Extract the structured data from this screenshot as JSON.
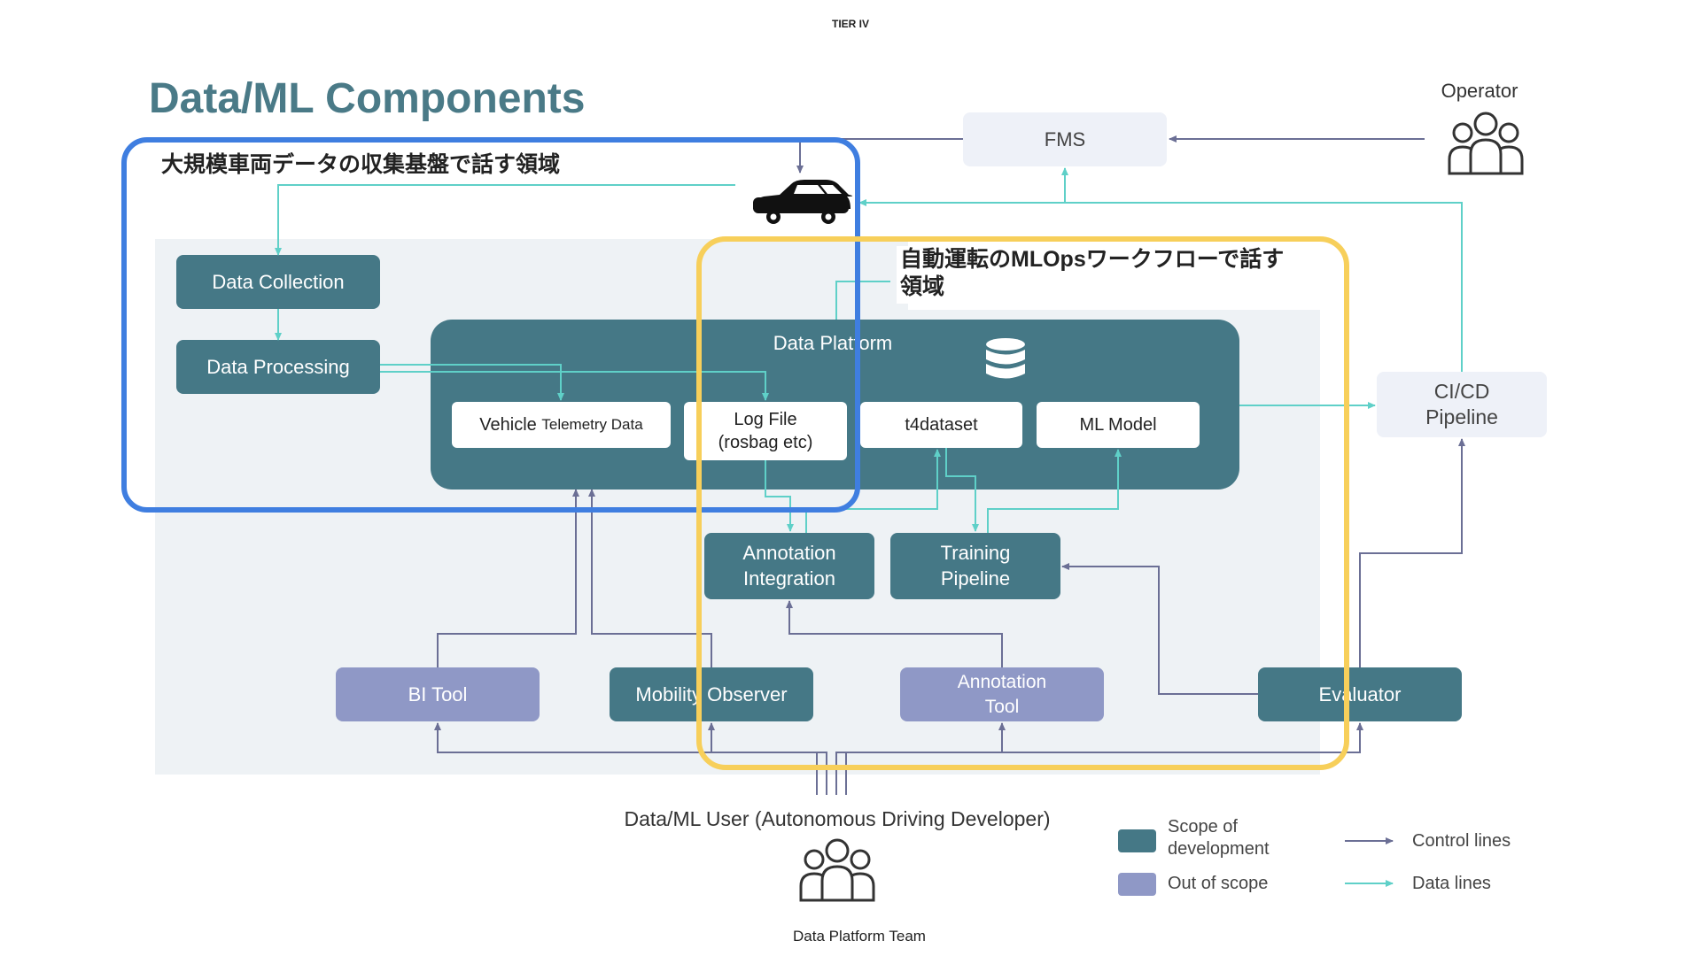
{
  "header": {
    "brand": "TIER IV",
    "title": "Data/ML Components"
  },
  "regions": {
    "collection": "大規模車両データの収集基盤で話す領域",
    "mlops": "自動運転のMLOpsワークフローで話す\n領域"
  },
  "nodes": {
    "operator": "Operator",
    "fms": "FMS",
    "data_collection": "Data Collection",
    "data_processing": "Data Processing",
    "data_platform": "Data Platform",
    "vehicle_telemetry_main": "Vehicle ",
    "vehicle_telemetry_small": "Telemetry Data",
    "log_file": "Log File\n(rosbag etc)",
    "t4dataset": "t4dataset",
    "ml_model": "ML Model",
    "cicd": "CI/CD\nPipeline",
    "annotation_integration": "Annotation\nIntegration",
    "training_pipeline": "Training\nPipeline",
    "bi_tool": "BI Tool",
    "mobility_observer": "Mobility Observer",
    "annotation_tool": "Annotation\nTool",
    "evaluator": "Evaluator",
    "user": "Data/ML User (Autonomous Driving Developer)",
    "team": "Data Platform Team"
  },
  "legend": {
    "scope": "Scope of\ndevelopment",
    "out_of_scope": "Out of scope",
    "control": "Control lines",
    "data": "Data lines"
  },
  "colors": {
    "scope": "#457886",
    "out_of_scope": "#8f98c6",
    "control_line": "#6b6f95",
    "data_line": "#5fd0c8",
    "region_blue": "#3f7ee0",
    "region_yellow": "#f7cf5a",
    "title": "#4a7a87"
  },
  "icons": {
    "operator": "people-icon",
    "team": "people-icon",
    "vehicle": "car-icon",
    "database": "database-icon"
  }
}
